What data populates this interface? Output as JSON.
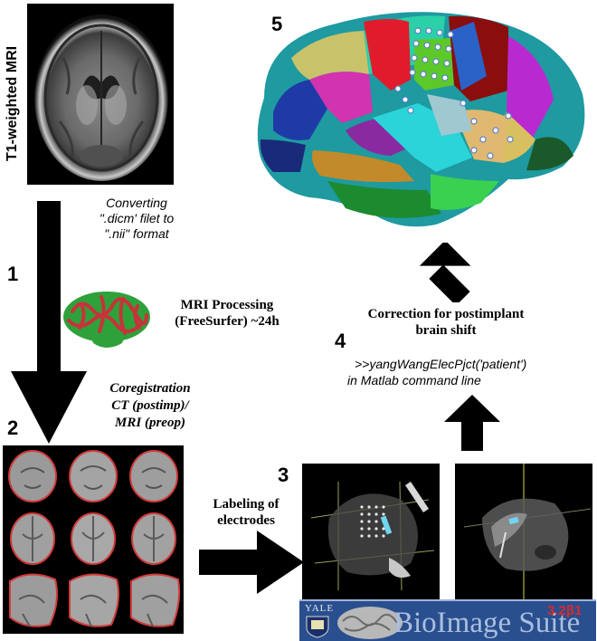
{
  "left_panel": {
    "vertical_label": "T1-weighted MRI",
    "convert_note": [
      "Converting",
      "\".dicm' filet to",
      "\".nii\" format"
    ]
  },
  "steps": {
    "step1": "1",
    "step2": "2",
    "step3": "3",
    "step4": "4",
    "step5": "5"
  },
  "mri_processing": [
    "MRI Processing",
    "(FreeSurfer) ~24h"
  ],
  "coregistration": [
    "Coregistration",
    "CT (postimp)/",
    "MRI (preop)"
  ],
  "labeling": [
    "Labeling of",
    "electrodes"
  ],
  "correction": [
    "Correction for postimplant",
    "brain shift"
  ],
  "matlab": [
    ">>yangWangElecPjct('patient')",
    "in Matlab command line"
  ],
  "bioimage_suite": {
    "yale": "YALE",
    "title": "BioImage Suite",
    "version": "3.2β1"
  },
  "colors": {
    "arrow": "#000000",
    "suite_banner": "#2a4f8f",
    "version_text": "#d62b2b",
    "mri_contour": "#d03a3a",
    "electrode": "#6fd6f0"
  }
}
